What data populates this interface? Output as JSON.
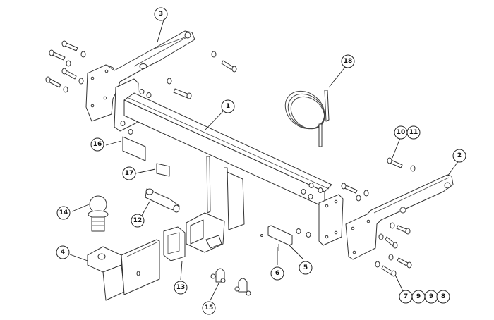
{
  "diagram": {
    "title": "Tow bar / hitch assembly exploded view",
    "callouts": [
      {
        "id": "c1",
        "label": "1",
        "part": "cross-beam"
      },
      {
        "id": "c2",
        "label": "2",
        "part": "right-side-bracket"
      },
      {
        "id": "c3",
        "label": "3",
        "part": "left-side-bracket"
      },
      {
        "id": "c4",
        "label": "4",
        "part": "ball-mount-drop-tongue"
      },
      {
        "id": "c5",
        "label": "5",
        "part": "mounting-plate"
      },
      {
        "id": "c6",
        "label": "6",
        "part": "screw"
      },
      {
        "id": "c7",
        "label": "7",
        "part": "bolt"
      },
      {
        "id": "c9a",
        "label": "9",
        "part": "washer"
      },
      {
        "id": "c9b",
        "label": "9",
        "part": "washer"
      },
      {
        "id": "c8",
        "label": "8",
        "part": "nut"
      },
      {
        "id": "c10",
        "label": "10",
        "part": "bolt"
      },
      {
        "id": "c11",
        "label": "11",
        "part": "washer"
      },
      {
        "id": "c12",
        "label": "12",
        "part": "hitch-pin"
      },
      {
        "id": "c13",
        "label": "13",
        "part": "receiver-cover"
      },
      {
        "id": "c14",
        "label": "14",
        "part": "tow-ball"
      },
      {
        "id": "c15",
        "label": "15",
        "part": "safety-chain-shackle"
      },
      {
        "id": "c16",
        "label": "16",
        "part": "label-large"
      },
      {
        "id": "c17",
        "label": "17",
        "part": "label-small"
      },
      {
        "id": "c18",
        "label": "18",
        "part": "wiring-cable"
      }
    ]
  }
}
